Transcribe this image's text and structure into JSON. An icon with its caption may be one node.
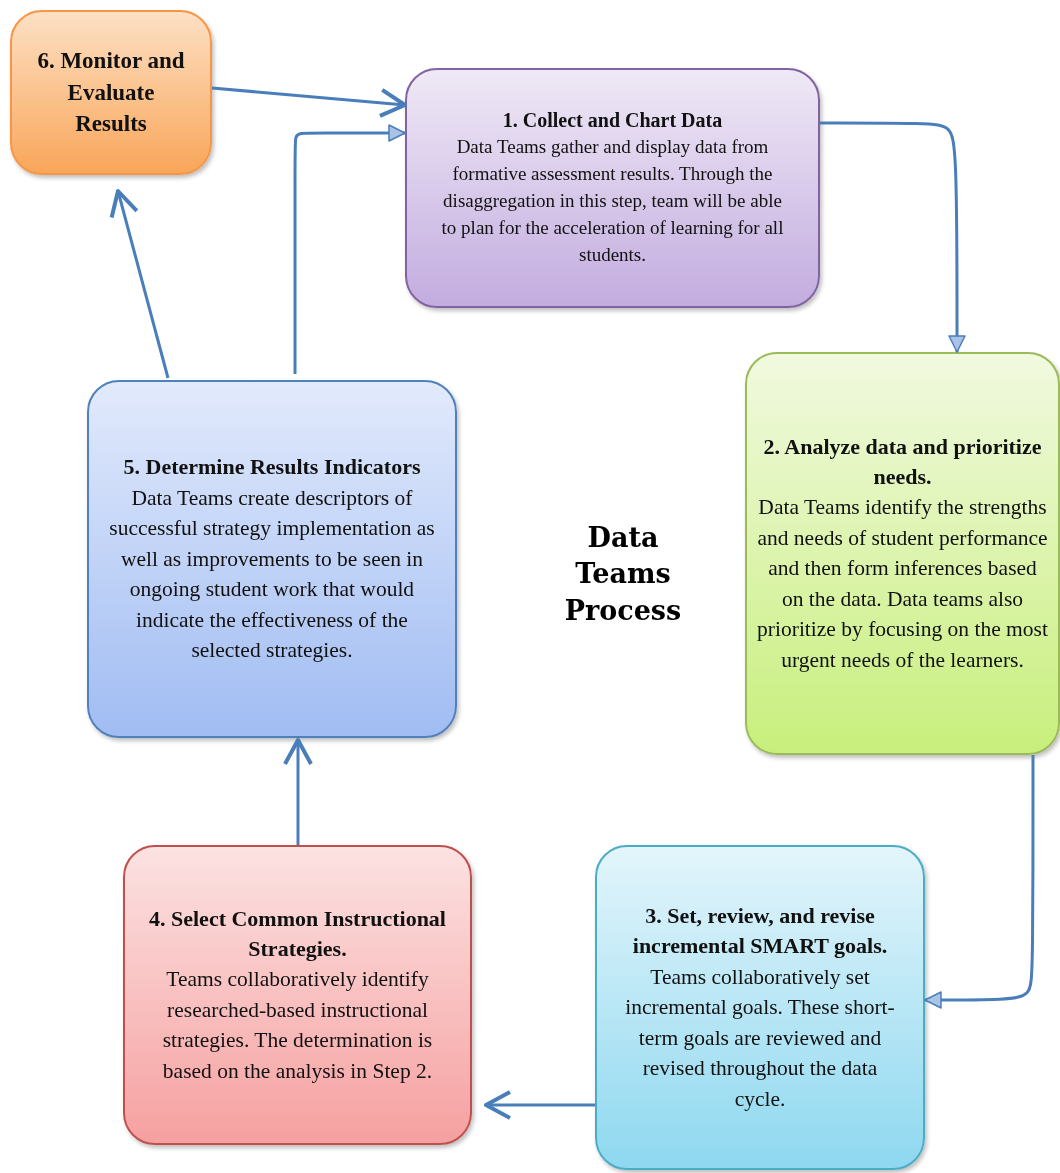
{
  "diagram": {
    "title": "Data Teams Process",
    "nodes": [
      {
        "text": [
          "6.  Monitor and Evaluate Results"
        ]
      },
      {
        "text": [
          "1.  Collect and Chart Data",
          "Data Teams gather and display data from formative assessment results. Through the disaggregation in this step, team will be able to plan for the acceleration of learning for all students."
        ]
      },
      {
        "text": [
          "2.  Analyze data and prioritize needs.",
          "Data Teams identify the strengths and needs of student performance and then form inferences based on the data.  Data teams also prioritize by focusing on the most urgent needs of the learners."
        ]
      },
      {
        "text": [
          "3.  Set, review, and revise incremental SMART goals.",
          "Teams collaboratively set incremental goals. These short-term goals are reviewed and revised throughout the data cycle."
        ]
      },
      {
        "text": [
          "4.  Select Common Instructional Strategies.",
          "Teams collaboratively identify researched-based instructional strategies. The determination is based on the analysis in Step 2."
        ]
      },
      {
        "text": [
          "5.  Determine Results Indicators",
          "Data Teams create descriptors of successful strategy implementation as well as improvements to be seen in ongoing student work that would indicate the effectiveness of the selected strategies."
        ]
      }
    ],
    "edges": [
      {
        "from": 0,
        "to": 1,
        "arrow": "to"
      },
      {
        "from": 5,
        "to": 1,
        "arrow": "to"
      },
      {
        "from": 1,
        "to": 2,
        "arrow": "to"
      },
      {
        "from": 2,
        "to": 3,
        "arrow": "to"
      },
      {
        "from": 3,
        "to": 4,
        "arrow": "to"
      },
      {
        "from": 4,
        "to": 5,
        "arrow": "to"
      },
      {
        "from": 5,
        "to": 0,
        "arrow": "to"
      }
    ]
  }
}
